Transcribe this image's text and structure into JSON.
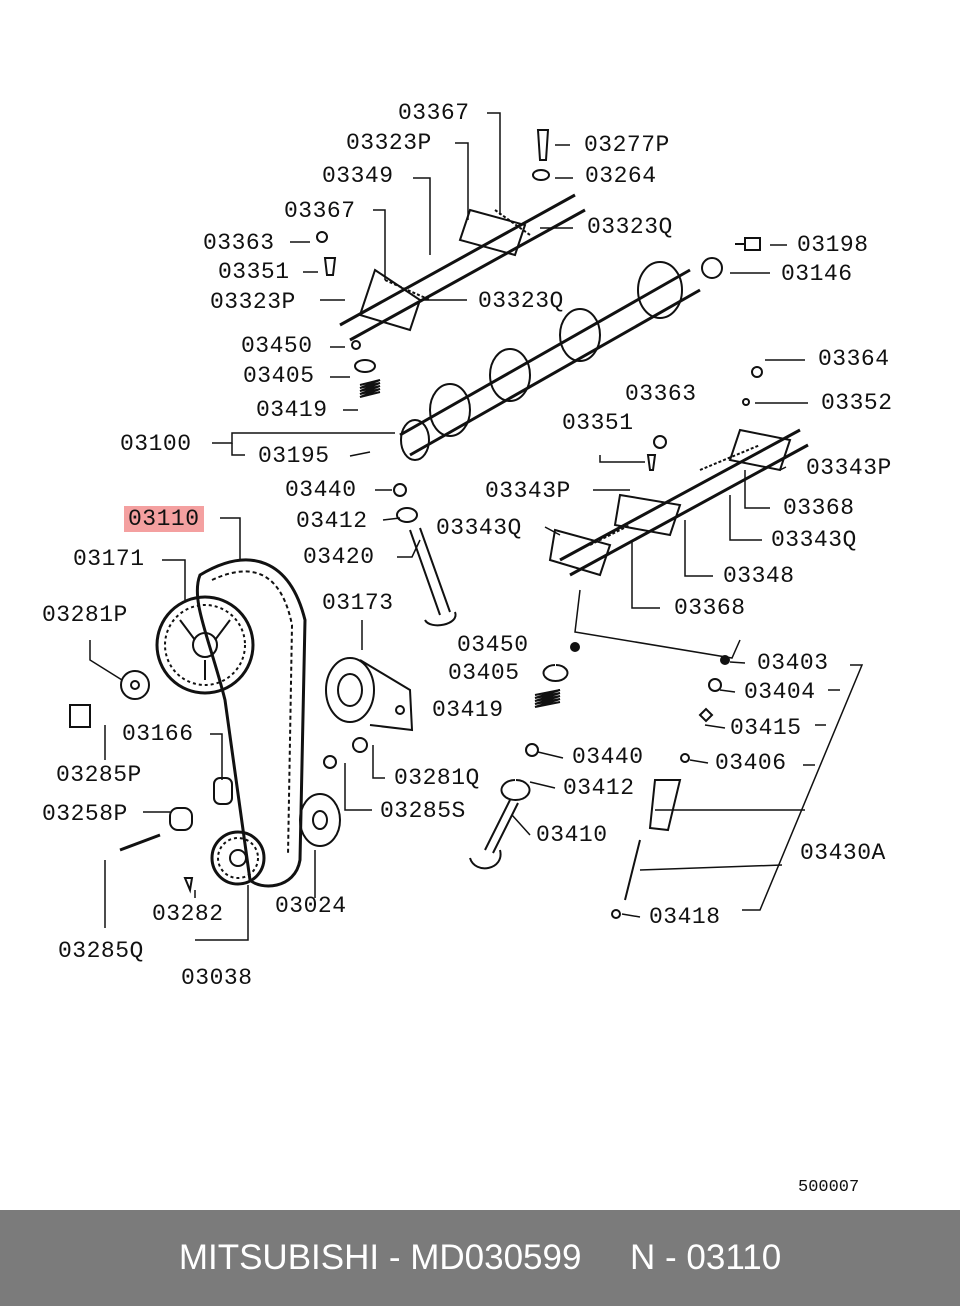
{
  "diagram": {
    "highlight_color": "#f4a0a0",
    "labels": {
      "l03367a": "03367",
      "l03323Pa": "03323P",
      "l03277P": "03277P",
      "l03349": "03349",
      "l03264": "03264",
      "l03367b": "03367",
      "l03323Qa": "03323Q",
      "l03363a": "03363",
      "l03198": "03198",
      "l03351a": "03351",
      "l03146": "03146",
      "l03323Pb": "03323P",
      "l03323Qb": "03323Q",
      "l03450a": "03450",
      "l03364": "03364",
      "l03405a": "03405",
      "l03363b": "03363",
      "l03352": "03352",
      "l03419a": "03419",
      "l03351b": "03351",
      "l03100": "03100",
      "l03195": "03195",
      "l03343Pa": "03343P",
      "l03440a": "03440",
      "l03343Pb": "03343P",
      "l03368a": "03368",
      "l03110": "03110",
      "l03412a": "03412",
      "l03343Qa": "03343Q",
      "l03343Qb": "03343Q",
      "l03171": "03171",
      "l03420": "03420",
      "l03348": "03348",
      "l03281P": "03281P",
      "l03173": "03173",
      "l03368b": "03368",
      "l03450b": "03450",
      "l03403": "03403",
      "l03405b": "03405",
      "l03404": "03404",
      "l03419b": "03419",
      "l03415": "03415",
      "l03285P": "03285P",
      "l03166": "03166",
      "l03440b": "03440",
      "l03406": "03406",
      "l03281Q": "03281Q",
      "l03412b": "03412",
      "l03258P": "03258P",
      "l03285S": "03285S",
      "l03410": "03410",
      "l03430A": "03430A",
      "l03024": "03024",
      "l03282": "03282",
      "l03418": "03418",
      "l03285Q": "03285Q",
      "l03038": "03038"
    },
    "code": "500007"
  },
  "footer": {
    "text": "MITSUBISHI - MD030599     N - 03110",
    "background": "#7b7b7b"
  }
}
